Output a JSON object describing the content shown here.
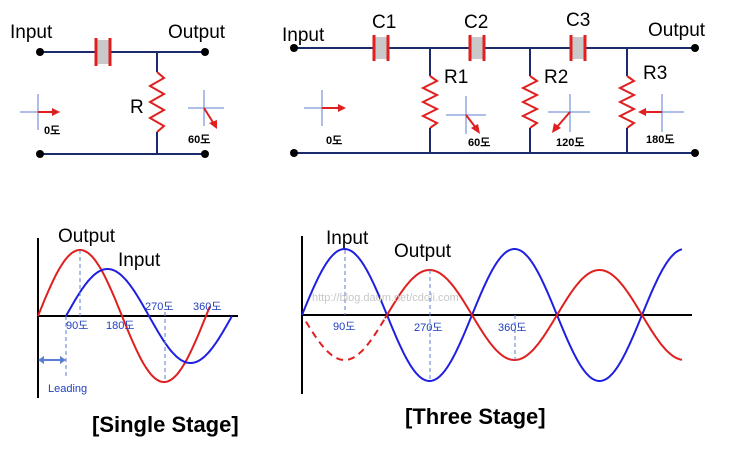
{
  "single_stage_circuit": {
    "input_label": "Input",
    "output_label": "Output",
    "resistor_label": "R",
    "input_phase": "0도",
    "output_phase": "60도"
  },
  "three_stage_circuit": {
    "input_label": "Input",
    "output_label": "Output",
    "capacitors": [
      "C1",
      "C2",
      "C3"
    ],
    "resistors": [
      "R1",
      "R2",
      "R3"
    ],
    "input_phase": "0도",
    "stage_phases": [
      "60도",
      "120도",
      "180도"
    ]
  },
  "single_stage_wave": {
    "output_label": "Output",
    "input_label": "Input",
    "tick_labels": [
      "90도",
      "180도",
      "270도",
      "360도"
    ],
    "leading_label": "Leading",
    "caption": "[Single Stage]"
  },
  "three_stage_wave": {
    "input_label": "Input",
    "output_label": "Output",
    "tick_labels": [
      "90도",
      "270도",
      "360도"
    ],
    "caption": "[Three Stage]",
    "watermark": "http://blog.daum.net/cdoli.com"
  },
  "colors": {
    "input_wave": "#1f1fe0",
    "output_wave": "#e01f1f",
    "wire": "#1a2a6b",
    "arrow": "#e01f1f",
    "phase_axis": "#5b7fd0"
  }
}
